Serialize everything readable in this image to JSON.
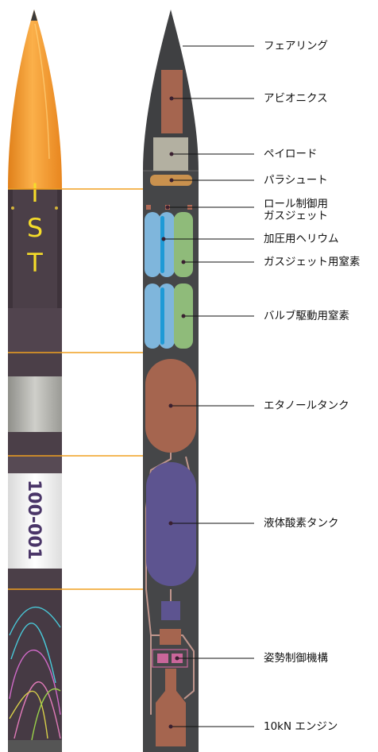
{
  "exterior": {
    "logo_text": "IST",
    "body_marking": "100-001"
  },
  "components": [
    {
      "id": "fairing",
      "label": "フェアリング"
    },
    {
      "id": "avionics",
      "label": "アビオニクス"
    },
    {
      "id": "payload",
      "label": "ペイロード"
    },
    {
      "id": "parachute",
      "label": "パラシュート"
    },
    {
      "id": "roll-gas-jet",
      "label": "ロール制御用\nガスジェット"
    },
    {
      "id": "pressurant-helium",
      "label": "加圧用ヘリウム"
    },
    {
      "id": "gas-jet-nitrogen",
      "label": "ガスジェット用窒素"
    },
    {
      "id": "valve-drive-nitrogen",
      "label": "バルブ駆動用窒素"
    },
    {
      "id": "ethanol-tank",
      "label": "エタノールタンク"
    },
    {
      "id": "lox-tank",
      "label": "液体酸素タンク"
    },
    {
      "id": "attitude-control",
      "label": "姿勢制御機構"
    },
    {
      "id": "engine",
      "label": "10kN エンジン"
    }
  ],
  "colors": {
    "exterior_nose": "#f59a2e",
    "exterior_body": "#4a3d46",
    "exterior_band_gray": "#b8b8b2",
    "exterior_logo": "#f5dc2a",
    "exterior_marking": "#4a3568",
    "section_lines": "#f0a020",
    "cutaway_body": "#434446",
    "avionics": "#a5654f",
    "payload": "#b3b0a1",
    "parachute": "#c9914e",
    "helium_tank": "#7fb6dc",
    "helium_core": "#1e9ad6",
    "nitrogen_tank": "#8fbb7a",
    "ethanol_tank": "#a5654f",
    "lox_tank": "#5d5490",
    "plumbing": "#d6a59a",
    "attitude_valves": "#c9669a",
    "leader_lines": "#111111",
    "leader_dot": "#3a2030"
  }
}
